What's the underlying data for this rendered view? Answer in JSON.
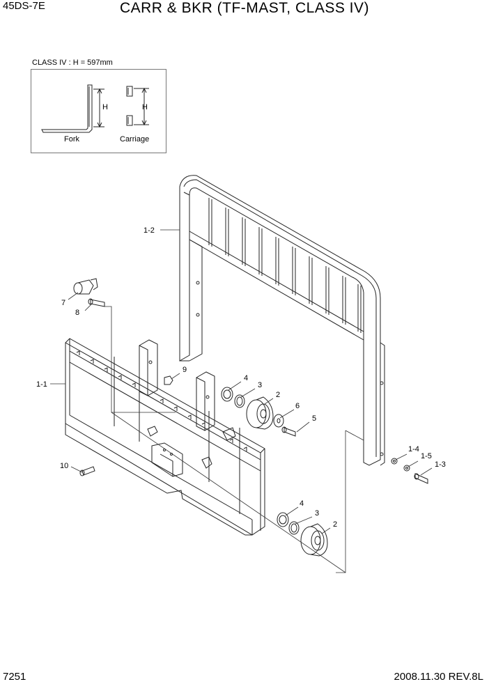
{
  "header": {
    "model": "45DS-7E",
    "title": "CARR & BKR (TF-MAST, CLASS IV)"
  },
  "inset": {
    "caption": "CLASS IV : H = 597mm",
    "fork_label": "Fork",
    "carriage_label": "Carriage",
    "h_label_fork": "H",
    "h_label_carriage": "H"
  },
  "callouts": {
    "c1_2": "1-2",
    "c1_1": "1-1",
    "c7": "7",
    "c8": "8",
    "c9": "9",
    "c4a": "4",
    "c3a": "3",
    "c2a": "2",
    "c6": "6",
    "c5": "5",
    "c10": "10",
    "c4b": "4",
    "c3b": "3",
    "c2b": "2",
    "c1_4": "1-4",
    "c1_5": "1-5",
    "c1_3": "1-3"
  },
  "footer": {
    "page": "7251",
    "revision": "2008.11.30  REV.8L"
  }
}
